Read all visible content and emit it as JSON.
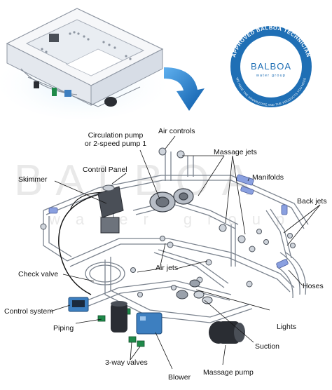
{
  "watermark": {
    "line1": "BALBOA",
    "line2": "water group"
  },
  "badge": {
    "ring_text": "APPROVED BALBOA TECHNICIAN",
    "brand": "BALBOA",
    "subbrand": "water group",
    "bottom_text": "WE HAVE THE KNOWLEDGE AND THE PRODUCTS YOU NEED"
  },
  "labels": {
    "circulation_pump_1": "Circulation pump",
    "circulation_pump_2": "or 2-speed pump 1",
    "air_controls": "Air controls",
    "massage_jets": "Massage jets",
    "control_panel": "Control Panel",
    "skimmer": "Skimmer",
    "manifolds": "Manifolds",
    "back_jets": "Back jets",
    "air_jets": "Air jets",
    "check_valve": "Check valve",
    "hoses": "Hoses",
    "control_system": "Control system",
    "piping": "Piping",
    "lights": "Lights",
    "suction": "Suction",
    "three_way_valves": "3-way valves",
    "blower": "Blower",
    "massage_pump": "Massage pump"
  },
  "colors": {
    "badge_blue": "#1f6fb5",
    "arrow_blue": "#1b75c7",
    "pipe_blue": "#8aa0e0",
    "equipment_dark": "#2a2d33",
    "equipment_green": "#1f8a4a",
    "control_blue": "#3d7fc0"
  }
}
